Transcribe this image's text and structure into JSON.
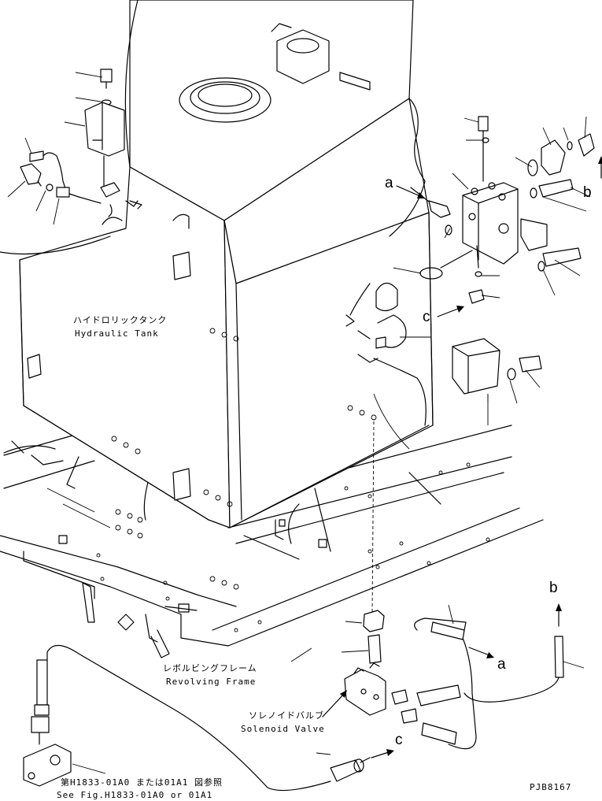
{
  "labels": {
    "tank_jp": "ハイドロリックタンク",
    "tank_en": "Hydraulic Tank",
    "frame_jp": "レボルビングフレーム",
    "frame_en": "Revolving Frame",
    "valve_jp": "ソレノイドバルブ",
    "valve_en": "Solenoid Valve",
    "ref_jp": "第H1833-01A0 または01A1 図参照",
    "ref_en": "See Fig.H1833-01A0 or 01A1",
    "drawing_no": "PJB8167"
  },
  "callouts": {
    "a_top": "a",
    "b_top": "b",
    "c_mid": "c",
    "b_bottom": "b",
    "a_bottom": "a",
    "c_bottom": "c"
  }
}
